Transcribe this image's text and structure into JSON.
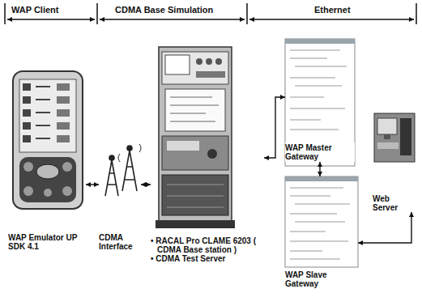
{
  "diagram": {
    "nodes": [
      {
        "text": [
          "WAP Emulator UP SDK 4.1"
        ]
      },
      {
        "text": [
          "CDMA Interface"
        ]
      },
      {
        "text": [
          "• RACAL Pro CLAME 6203 ( CDMA Base station )",
          "• CDMA Test Server"
        ]
      },
      {
        "text": [
          "WAP Master Gateway"
        ]
      },
      {
        "text": [
          "WAP Slave Gateway"
        ]
      },
      {
        "text": [
          "Web Server"
        ]
      }
    ],
    "edges": [
      {
        "from": 0,
        "to": 1,
        "arrow": "both"
      },
      {
        "from": 1,
        "to": 2,
        "arrow": "both"
      },
      {
        "from": 2,
        "to": 3,
        "arrow": "both"
      },
      {
        "from": 3,
        "to": 4,
        "arrow": "both"
      },
      {
        "from": 4,
        "to": 5,
        "arrow": "both"
      }
    ],
    "labels": [
      "WAP Client",
      "CDMA Base Simulation",
      "Ethernet"
    ]
  }
}
